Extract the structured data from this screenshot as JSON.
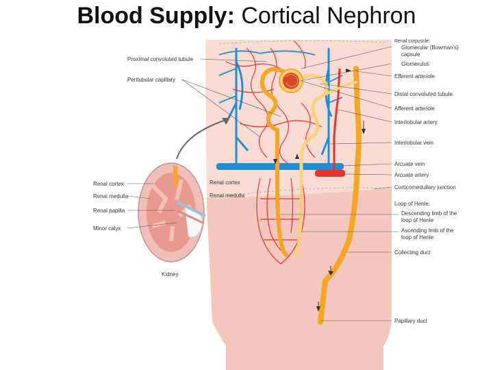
{
  "title": {
    "bold": "Blood Supply:",
    "rest": " Cortical Nephron"
  },
  "right_labels": {
    "renal_corpuscle": "Renal corpuscle:",
    "glomerular_capsule_1": "Glomerular (Bowman's)",
    "glomerular_capsule_2": "capsule",
    "glomerulus": "Glomerulus",
    "efferent_arteriole": "Efferent arteriole",
    "distal_tubule": "Distal convoluted tubule",
    "afferent_arteriole": "Afferent arteriole",
    "interlobular_artery": "Interlobular artery",
    "interlobular_vein": "Interlobular vein",
    "arcuate_vein": "Arcuate vein",
    "arcuate_artery": "Arcuate artery",
    "corticomedullary": "Corticomedullary junction",
    "loop_of_henle": "Loop of Henle:",
    "descending_1": "Descending limb of the",
    "descending_2": "loop of Henle",
    "ascending_1": "Ascending limb of the",
    "ascending_2": "loop of Henle",
    "collecting_duct": "Collecting duct",
    "papillary_duct": "Papillary duct"
  },
  "left_labels": {
    "proximal_tubule": "Proximal convoluted tubule",
    "peritubular_capillary": "Peritubular capillary",
    "renal_cortex": "Renal cortex",
    "renal_medulla": "Renal medulla",
    "renal_papilla": "Renal papilla",
    "minor_calyx": "Minor calyx",
    "kidney": "Kidney"
  },
  "middle_labels": {
    "renal_cortex": "Renal cortex",
    "renal_medulla": "Renal medulla"
  },
  "colors": {
    "tissue": "#f3c7bd",
    "tissue_cortex": "#f8dcd4",
    "artery": "#e8322b",
    "vein": "#1e8fd5",
    "tubule": "#f6a623",
    "tubule_light": "#fbd27a",
    "glomerulus": "#d9462e"
  }
}
